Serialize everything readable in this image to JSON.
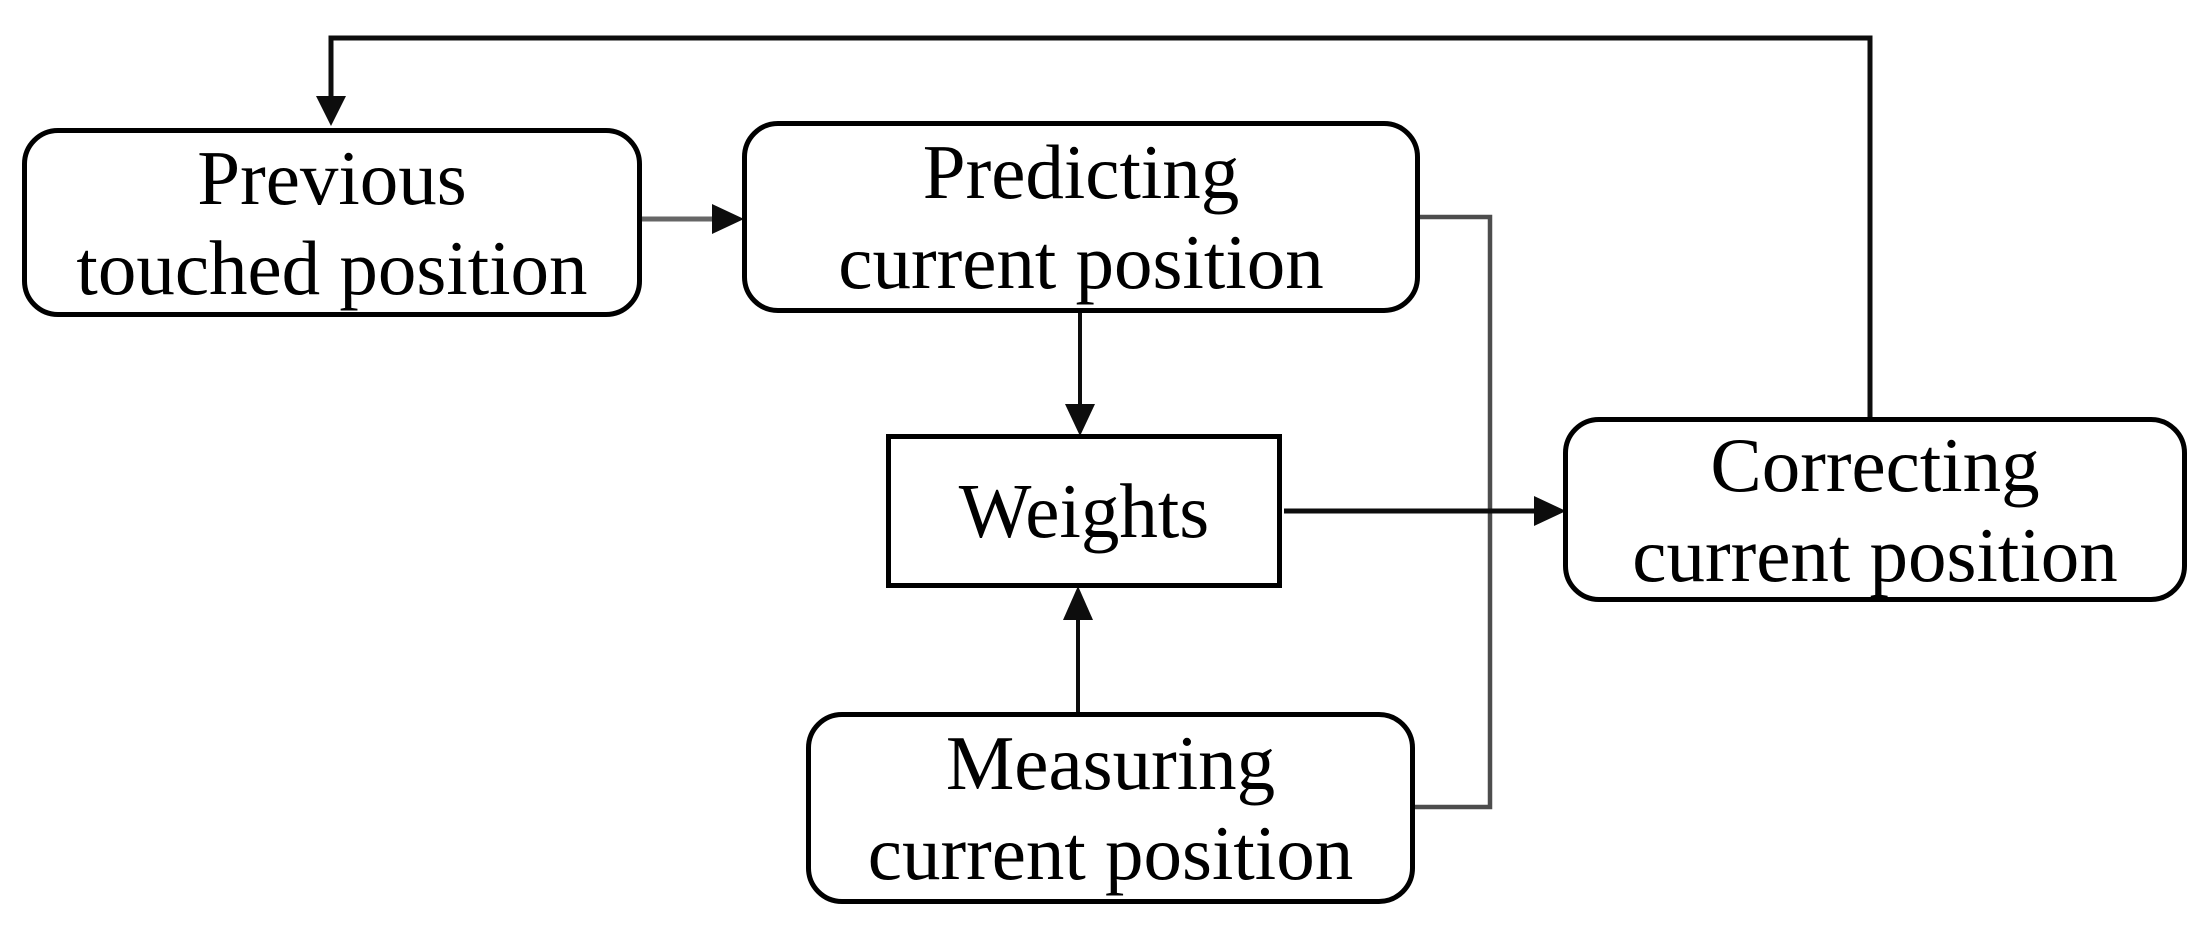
{
  "diagram": {
    "type": "flowchart",
    "background_color": "#ffffff",
    "line_color": "#111111",
    "merge_line_color": "#4d4d4d",
    "text_color": "#000000",
    "nodes": [
      {
        "id": "previous-touched-position",
        "shape": "rounded-rect",
        "lines": [
          "Previous",
          "touched position"
        ]
      },
      {
        "id": "predicting-current-position",
        "shape": "rounded-rect",
        "lines": [
          "Predicting",
          "current position"
        ]
      },
      {
        "id": "weights",
        "shape": "rect",
        "lines": [
          "Weights"
        ]
      },
      {
        "id": "measuring-current-position",
        "shape": "rounded-rect",
        "lines": [
          "Measuring",
          "current position"
        ]
      },
      {
        "id": "correcting-current-position",
        "shape": "rounded-rect",
        "lines": [
          "Correcting",
          "current position"
        ]
      }
    ],
    "edges": [
      {
        "from": "correcting-current-position",
        "to": "previous-touched-position",
        "arrow": true,
        "route": "top-feedback-loop"
      },
      {
        "from": "previous-touched-position",
        "to": "predicting-current-position",
        "arrow": true,
        "route": "direct-horizontal"
      },
      {
        "from": "predicting-current-position",
        "to": "weights",
        "arrow": true,
        "route": "direct-vertical"
      },
      {
        "from": "measuring-current-position",
        "to": "weights",
        "arrow": true,
        "route": "direct-vertical"
      },
      {
        "from": "weights",
        "to": "correcting-current-position",
        "arrow": true,
        "route": "direct-horizontal"
      },
      {
        "from": "predicting-current-position",
        "to": "right-merge-line",
        "arrow": false,
        "route": "side-connector"
      },
      {
        "from": "measuring-current-position",
        "to": "right-merge-line",
        "arrow": false,
        "route": "side-connector"
      }
    ]
  }
}
